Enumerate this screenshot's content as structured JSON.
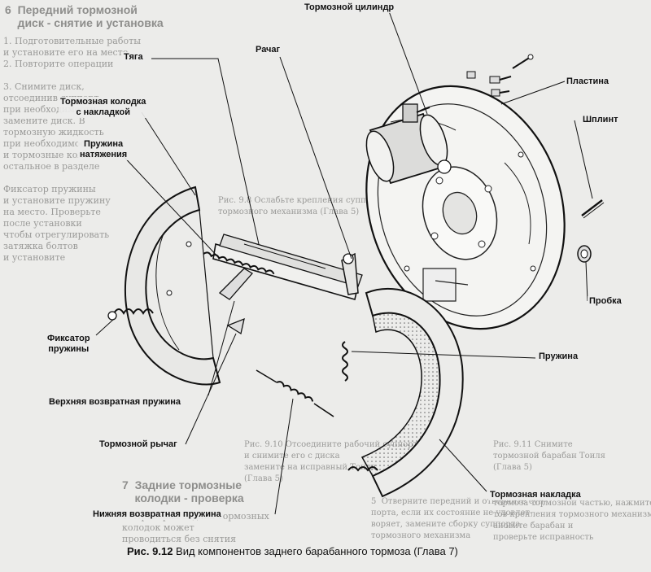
{
  "caption": {
    "figure_number": "Рис. 9.12",
    "text": "Вид компонентов заднего барабанного тормоза (Глава 7)"
  },
  "labels": {
    "brake_cylinder": "Тормозной цилиндр",
    "lever": "Рачаг",
    "rod": "Тяга",
    "brake_shoe": "Тормозная колодка\nс накладкой",
    "tension_spring": "Пружина\nнатяжения",
    "spring_retainer": "Фиксатор\nпружины",
    "upper_return_spring": "Верхняя возвратная пружина",
    "brake_lever": "Тормозной рычаг",
    "lower_return_spring": "Нижняя возвратная пружина",
    "plate": "Пластина",
    "split_pin": "Шплинт",
    "plug": "Пробка",
    "spring": "Пружина",
    "brake_lining": "Тормозная накладка"
  },
  "background_text": {
    "left_heading": "6  Передний тормозной\n    диск - снятие и установка",
    "left_body": "1. Подготовительные работы\nи установите его на место\n2. Повторите операции\n\n3. Снимите диск,\nотсоединив суппорт.\nпри необходимости\nзамените диск. В\nтормозную жидкость\nпри необходимости,\nи тормозные колодки.\nостальное в разделе\n\nФиксатор пружины\nи установите пружину\nна место. Проверьте\nпосле установки\nчтобы отрегулировать\nзатяжка болтов\nи установите",
    "left_bottom_heading": "7  Задние тормозные\n    колодки - проверка",
    "left_bottom_body": "1. Проверка задних тормозных\nколодок может\nпроводиться без снятия",
    "mid_caption": "Рис. 9.8 Ослабьте крепления суппорта с\nтормозного механизма (Глава 5)",
    "mid_caption2": "Рис. 9.10 Отсоедините рабочий суппорт\nи снимите его с диска\nзамените на исправный Тоиля\n(Глава 5)",
    "mid_body": "5  Отверните передний и отверните суп-\nпорта, если их состояние не удовлет-\nворяет, замените сборку суппорта\nтормозного механизма",
    "right_caption": "Рис. 9.11 Снимите\nтормозной барабан Тоиля\n(Глава 5)",
    "right_body": "тормоза тормозной частью, нажмите бол-\nтов крепления тормозного механизма, уст-\nановите барабан и\nпроверьте исправность"
  }
}
